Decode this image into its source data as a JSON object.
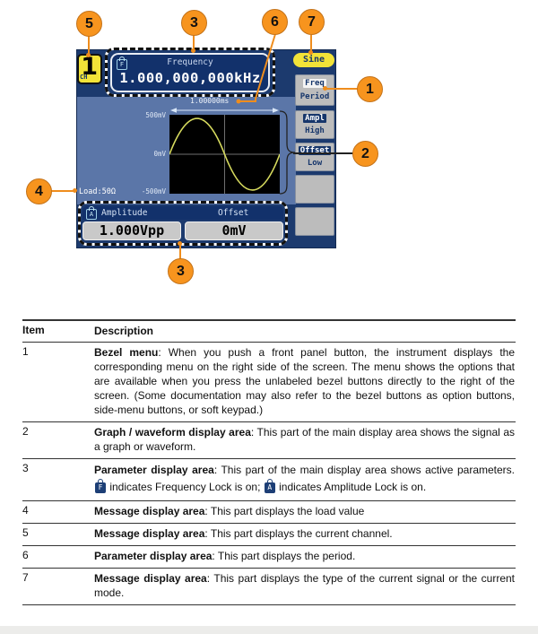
{
  "callouts": {
    "c5": "5",
    "c3top": "3",
    "c6": "6",
    "c7": "7",
    "c1": "1",
    "c2": "2",
    "c4": "4",
    "c3bottom": "3"
  },
  "display": {
    "channel": {
      "prefix": "CH",
      "number": "1"
    },
    "frequency": {
      "lock_letter": "F",
      "label": "Frequency",
      "value": "1.000,000,000kHz"
    },
    "signal_type": "Sine",
    "period_readout": "1.00000ms",
    "bezel_menu": {
      "group1": {
        "top": "Freq",
        "bottom": "Period"
      },
      "group2": {
        "top": "Ampl",
        "bottom": "High"
      },
      "group3": {
        "top": "Offset",
        "bottom": "Low"
      }
    },
    "graph": {
      "y_max": "500mV",
      "y_mid": "0mV",
      "y_min": "-500mV"
    },
    "message": {
      "load": "Load:50Ω"
    },
    "params": {
      "lock_letter": "A",
      "amplitude_label": "Amplitude",
      "amplitude_value": "1.000Vpp",
      "offset_label": "Offset",
      "offset_value": "0mV"
    }
  },
  "table": {
    "headers": {
      "item": "Item",
      "description": "Description"
    },
    "rows": [
      {
        "item": "1",
        "bold": "Bezel menu",
        "text": ": When you push a front panel button, the instrument displays the corresponding menu on the right side of the screen. The menu shows the options that are available when you press the unlabeled bezel buttons directly to the right of the screen. (Some documentation may also refer to the bezel buttons as option buttons, side-menu buttons, or soft keypad.)"
      },
      {
        "item": "2",
        "bold": "Graph / waveform display area",
        "text": ": This part of the main display area shows the signal as a graph or waveform."
      },
      {
        "item": "3",
        "bold": "Parameter display area",
        "text_a": ": This part of the main display area shows active parameters. ",
        "icon_f": "F",
        "text_b": " indicates Frequency Lock is on; ",
        "icon_a": "A",
        "text_c": " indicates Amplitude Lock is on."
      },
      {
        "item": "4",
        "bold": "Message display area",
        "text": ": This part displays the load value"
      },
      {
        "item": "5",
        "bold": "Message display area",
        "text": ": This part displays the current channel."
      },
      {
        "item": "6",
        "bold": "Parameter display area",
        "text": ": This part displays the period."
      },
      {
        "item": "7",
        "bold": "Message display area",
        "text": ": This part displays the type of the current signal or the current mode."
      }
    ]
  },
  "colors": {
    "accent_orange": "#F7941E",
    "display_navy": "#1C3A6E",
    "display_blue": "#5B76A8",
    "badge_yellow": "#F2E338",
    "bezel_gray": "#BCBCBC",
    "wave_yellow": "#D6DA5E"
  }
}
